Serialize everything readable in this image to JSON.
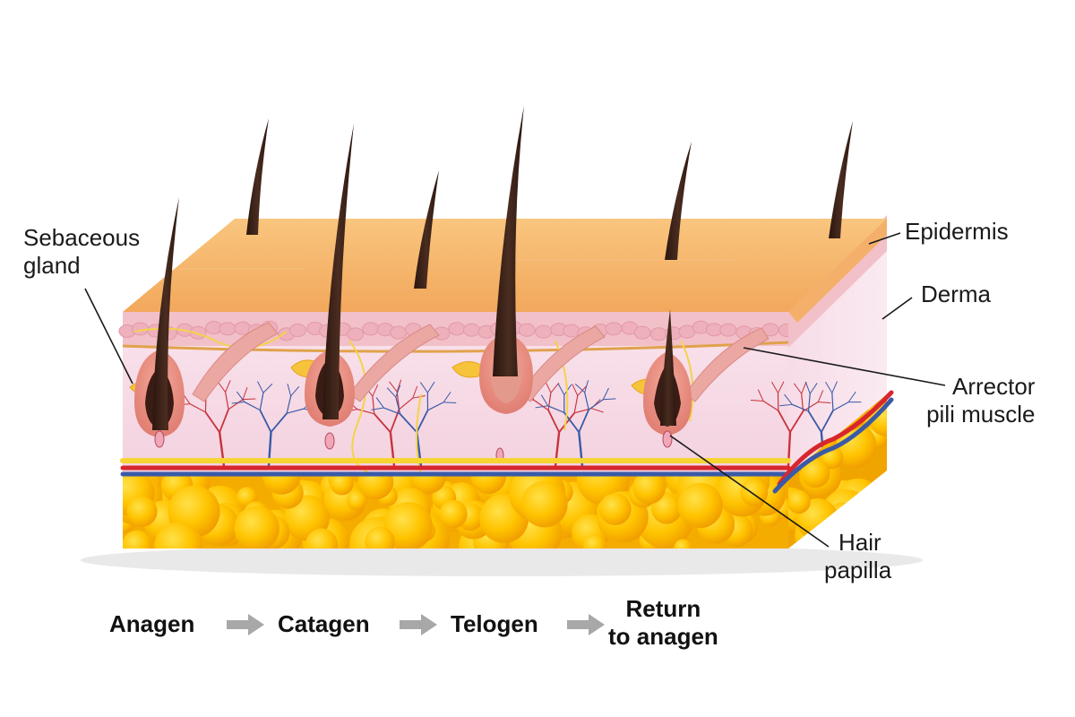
{
  "labels": {
    "sebaceous_gland": [
      "Sebaceous",
      "gland"
    ],
    "epidermis": "Epidermis",
    "derma": "Derma",
    "arrector_pili_muscle": [
      "Arrector",
      "pili muscle"
    ],
    "hair_papilla": [
      "Hair",
      "papilla"
    ]
  },
  "cycle": {
    "stages": [
      "Anagen",
      "Catagen",
      "Telogen"
    ],
    "final_stage": [
      "Return",
      "to anagen"
    ]
  },
  "colors": {
    "epidermis_top": "#f7b86a",
    "derma": "#f6dbe6",
    "fat": "#f5b400",
    "hair": "#3b2218",
    "artery": "#d8262e",
    "vein": "#3a5aa8",
    "arrow": "#a8a8a8"
  }
}
